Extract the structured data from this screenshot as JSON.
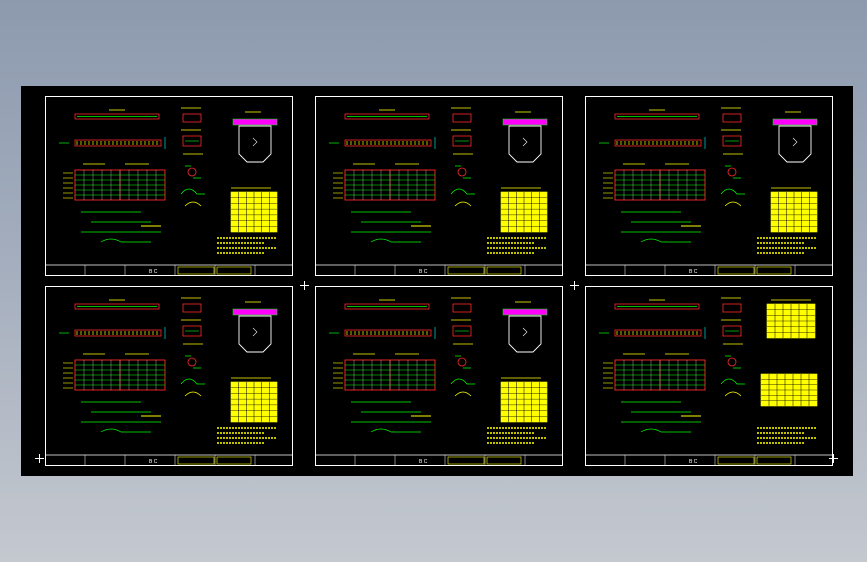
{
  "app": {
    "canvas_background": "#000000",
    "app_background_top": "#8d9aae",
    "app_background_bottom": "#c4c8cf"
  },
  "drawing_colors": {
    "frame": "#ffffff",
    "beam_outline": "#ff2a2a",
    "rebar": "#00ff00",
    "table_fill": "#ffff00",
    "dimension": "#00ffff",
    "highlight": "#ff00ff",
    "annotation": "#ffff00"
  },
  "sheets": [
    {
      "id": "sheet-1",
      "variant": "with-section",
      "title_block_label": "B C"
    },
    {
      "id": "sheet-2",
      "variant": "with-section",
      "title_block_label": "B C"
    },
    {
      "id": "sheet-3",
      "variant": "with-section",
      "title_block_label": "B C"
    },
    {
      "id": "sheet-4",
      "variant": "with-section",
      "title_block_label": "B C"
    },
    {
      "id": "sheet-5",
      "variant": "with-section",
      "title_block_label": "B C"
    },
    {
      "id": "sheet-6",
      "variant": "two-tables",
      "title_block_label": "B C"
    }
  ]
}
